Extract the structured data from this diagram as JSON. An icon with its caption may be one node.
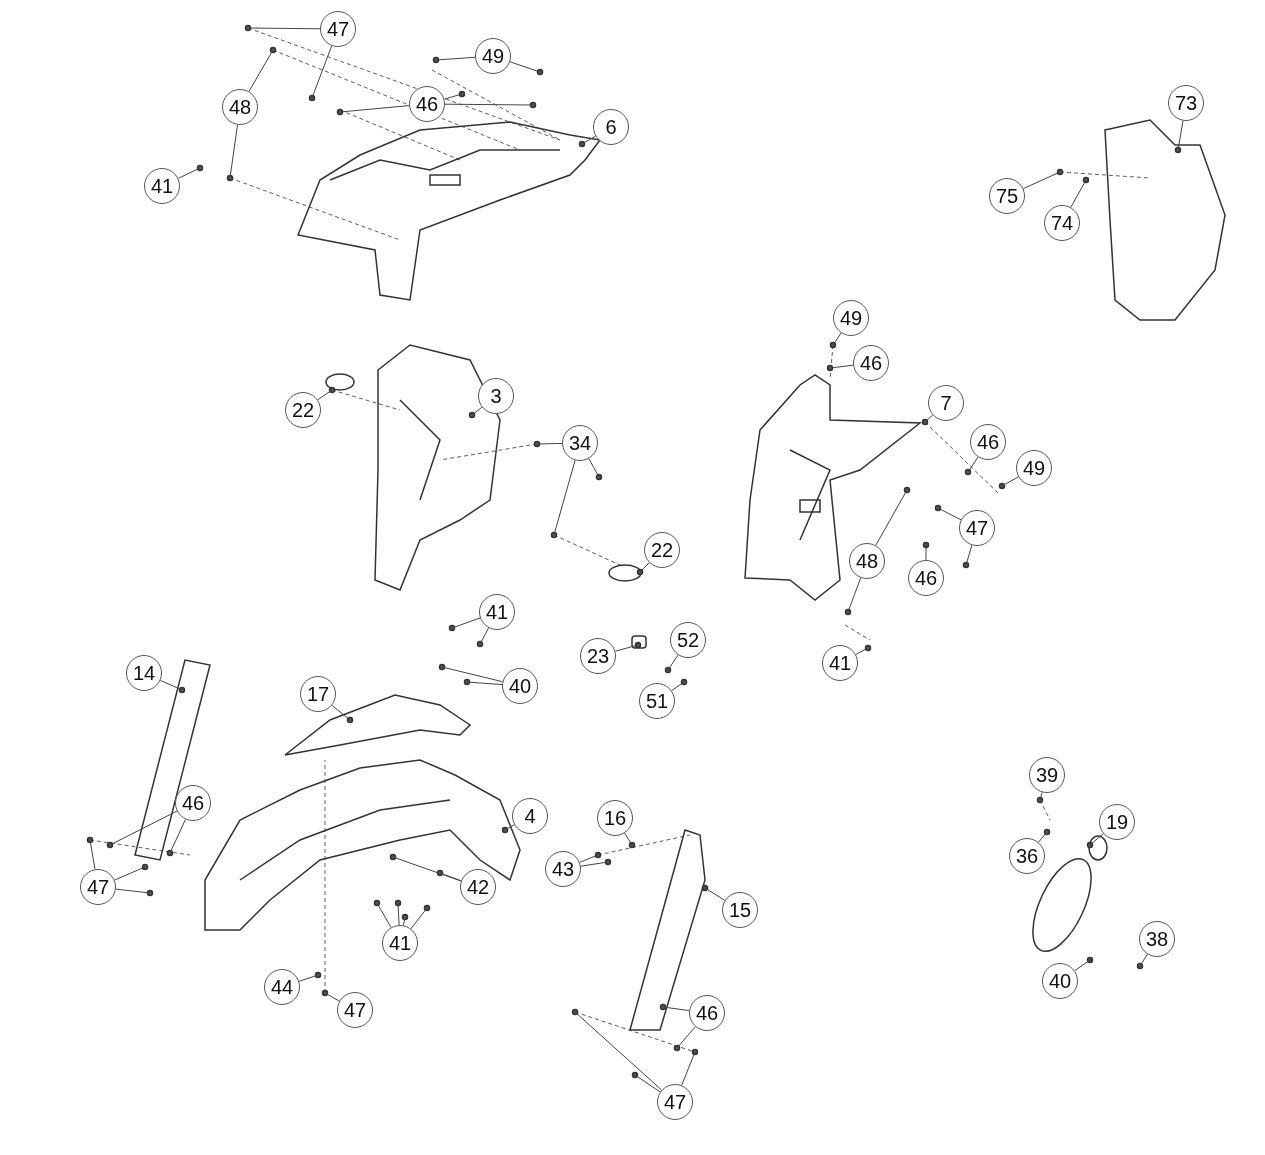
{
  "diagram": {
    "nodes": [
      {
        "text": [
          "47"
        ]
      },
      {
        "text": [
          "49"
        ]
      },
      {
        "text": [
          "48"
        ]
      },
      {
        "text": [
          "46"
        ]
      },
      {
        "text": [
          "6"
        ]
      },
      {
        "text": [
          "41"
        ]
      },
      {
        "text": [
          "73"
        ]
      },
      {
        "text": [
          "75"
        ]
      },
      {
        "text": [
          "74"
        ]
      },
      {
        "text": [
          "49"
        ]
      },
      {
        "text": [
          "46"
        ]
      },
      {
        "text": [
          "22"
        ]
      },
      {
        "text": [
          "3"
        ]
      },
      {
        "text": [
          "34"
        ]
      },
      {
        "text": [
          "7"
        ]
      },
      {
        "text": [
          "46"
        ]
      },
      {
        "text": [
          "49"
        ]
      },
      {
        "text": [
          "47"
        ]
      },
      {
        "text": [
          "48"
        ]
      },
      {
        "text": [
          "46"
        ]
      },
      {
        "text": [
          "22"
        ]
      },
      {
        "text": [
          "41"
        ]
      },
      {
        "text": [
          "40"
        ]
      },
      {
        "text": [
          "23"
        ]
      },
      {
        "text": [
          "52"
        ]
      },
      {
        "text": [
          "51"
        ]
      },
      {
        "text": [
          "41"
        ]
      },
      {
        "text": [
          "14"
        ]
      },
      {
        "text": [
          "17"
        ]
      },
      {
        "text": [
          "46"
        ]
      },
      {
        "text": [
          "4"
        ]
      },
      {
        "text": [
          "47"
        ]
      },
      {
        "text": [
          "42"
        ]
      },
      {
        "text": [
          "16"
        ]
      },
      {
        "text": [
          "43"
        ]
      },
      {
        "text": [
          "41"
        ]
      },
      {
        "text": [
          "15"
        ]
      },
      {
        "text": [
          "44"
        ]
      },
      {
        "text": [
          "47"
        ]
      },
      {
        "text": [
          "46"
        ]
      },
      {
        "text": [
          "47"
        ]
      },
      {
        "text": [
          "39"
        ]
      },
      {
        "text": [
          "36"
        ]
      },
      {
        "text": [
          "19"
        ]
      },
      {
        "text": [
          "40"
        ]
      },
      {
        "text": [
          "38"
        ]
      }
    ],
    "edges": [
      {
        "from": 0,
        "to": null,
        "arrow": "none"
      },
      {
        "from": 0,
        "to": null,
        "arrow": "none"
      },
      {
        "from": 1,
        "to": null,
        "arrow": "none"
      },
      {
        "from": 1,
        "to": null,
        "arrow": "none"
      },
      {
        "from": 2,
        "to": null,
        "arrow": "none"
      },
      {
        "from": 2,
        "to": null,
        "arrow": "none"
      },
      {
        "from": 3,
        "to": null,
        "arrow": "none"
      },
      {
        "from": 3,
        "to": null,
        "arrow": "none"
      },
      {
        "from": 3,
        "to": null,
        "arrow": "none"
      },
      {
        "from": 4,
        "to": null,
        "arrow": "none"
      },
      {
        "from": 5,
        "to": null,
        "arrow": "none"
      },
      {
        "from": 6,
        "to": null,
        "arrow": "none"
      },
      {
        "from": 7,
        "to": null,
        "arrow": "none"
      },
      {
        "from": 8,
        "to": null,
        "arrow": "none"
      },
      {
        "from": 9,
        "to": null,
        "arrow": "none"
      },
      {
        "from": 10,
        "to": null,
        "arrow": "none"
      },
      {
        "from": 11,
        "to": null,
        "arrow": "none"
      },
      {
        "from": 12,
        "to": null,
        "arrow": "none"
      },
      {
        "from": 13,
        "to": null,
        "arrow": "none"
      },
      {
        "from": 13,
        "to": null,
        "arrow": "none"
      },
      {
        "from": 13,
        "to": null,
        "arrow": "none"
      },
      {
        "from": 14,
        "to": null,
        "arrow": "none"
      },
      {
        "from": 15,
        "to": null,
        "arrow": "none"
      },
      {
        "from": 16,
        "to": null,
        "arrow": "none"
      },
      {
        "from": 17,
        "to": null,
        "arrow": "none"
      },
      {
        "from": 17,
        "to": null,
        "arrow": "none"
      },
      {
        "from": 18,
        "to": null,
        "arrow": "none"
      },
      {
        "from": 18,
        "to": null,
        "arrow": "none"
      },
      {
        "from": 19,
        "to": null,
        "arrow": "none"
      },
      {
        "from": 20,
        "to": null,
        "arrow": "none"
      },
      {
        "from": 21,
        "to": null,
        "arrow": "none"
      },
      {
        "from": 21,
        "to": null,
        "arrow": "none"
      },
      {
        "from": 22,
        "to": null,
        "arrow": "none"
      },
      {
        "from": 22,
        "to": null,
        "arrow": "none"
      },
      {
        "from": 23,
        "to": null,
        "arrow": "none"
      },
      {
        "from": 24,
        "to": null,
        "arrow": "none"
      },
      {
        "from": 25,
        "to": null,
        "arrow": "none"
      },
      {
        "from": 26,
        "to": null,
        "arrow": "none"
      },
      {
        "from": 27,
        "to": null,
        "arrow": "none"
      },
      {
        "from": 28,
        "to": null,
        "arrow": "none"
      },
      {
        "from": 29,
        "to": null,
        "arrow": "none"
      },
      {
        "from": 29,
        "to": null,
        "arrow": "none"
      },
      {
        "from": 30,
        "to": null,
        "arrow": "none"
      },
      {
        "from": 31,
        "to": null,
        "arrow": "none"
      },
      {
        "from": 31,
        "to": null,
        "arrow": "none"
      },
      {
        "from": 31,
        "to": null,
        "arrow": "none"
      },
      {
        "from": 32,
        "to": null,
        "arrow": "none"
      },
      {
        "from": 32,
        "to": null,
        "arrow": "none"
      },
      {
        "from": 33,
        "to": null,
        "arrow": "none"
      },
      {
        "from": 34,
        "to": null,
        "arrow": "none"
      },
      {
        "from": 34,
        "to": null,
        "arrow": "none"
      },
      {
        "from": 35,
        "to": null,
        "arrow": "none"
      },
      {
        "from": 35,
        "to": null,
        "arrow": "none"
      },
      {
        "from": 35,
        "to": null,
        "arrow": "none"
      },
      {
        "from": 35,
        "to": null,
        "arrow": "none"
      },
      {
        "from": 36,
        "to": null,
        "arrow": "none"
      },
      {
        "from": 37,
        "to": null,
        "arrow": "none"
      },
      {
        "from": 38,
        "to": null,
        "arrow": "none"
      },
      {
        "from": 39,
        "to": null,
        "arrow": "none"
      },
      {
        "from": 39,
        "to": null,
        "arrow": "none"
      },
      {
        "from": 40,
        "to": null,
        "arrow": "none"
      },
      {
        "from": 40,
        "to": null,
        "arrow": "none"
      },
      {
        "from": 40,
        "to": null,
        "arrow": "none"
      },
      {
        "from": 41,
        "to": null,
        "arrow": "none"
      },
      {
        "from": 42,
        "to": null,
        "arrow": "none"
      },
      {
        "from": 43,
        "to": null,
        "arrow": "none"
      },
      {
        "from": 44,
        "to": null,
        "arrow": "none"
      },
      {
        "from": 45,
        "to": null,
        "arrow": "none"
      }
    ]
  }
}
